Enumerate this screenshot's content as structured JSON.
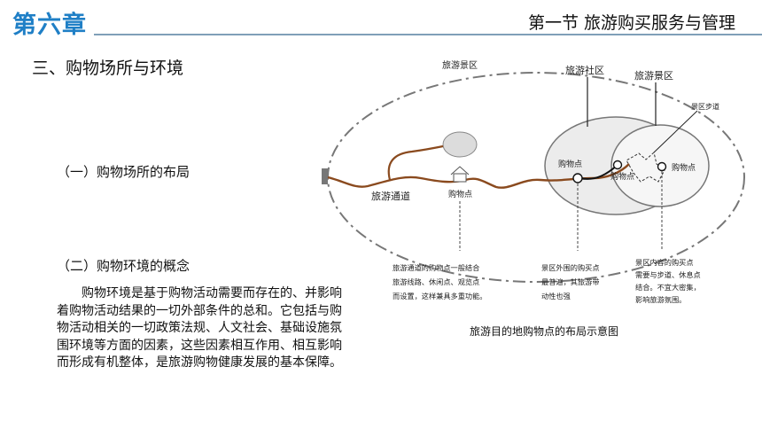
{
  "header": {
    "chapter": "第六章",
    "section": "第一节 旅游购买服务与管理"
  },
  "content": {
    "heading": "三、购物场所与环境",
    "sub1": "（一）购物场所的布局",
    "sub2": "（二）购物环境的概念",
    "paragraph": "购物环境是基于购物活动需要而存在的、并影响着购物活动结果的一切外部条件的总和。它包括与购物活动相关的一切政策法规、人文社会、基础设施氛围环境等方面的因素，这些因素相互作用、相互影响而形成有机整体，是旅游购物健康发展的基本保障。"
  },
  "diagram": {
    "label_scenic_small": "旅游景区",
    "label_community": "旅游社区",
    "label_scenic": "旅游景区",
    "label_path": "景区步道",
    "label_channel": "旅游通道",
    "label_shop_channel": "购物点",
    "label_shop_community": "购物点",
    "label_shop_inner_a": "购物点",
    "label_shop_inner_b": "购物点",
    "note1": [
      "旅游通道的购物点一般结合",
      "旅游线路、休闲点、观览点",
      "而设置，这样兼具多重功能。"
    ],
    "note2": [
      "景区外围的购买点",
      "最普遍，其旅游带",
      "动性也强"
    ],
    "note3": [
      "景区内容的购买点",
      "需要与步道、休息点",
      "结合。不宜大密集，",
      "影响旅游氛围。"
    ],
    "caption": "旅游目的地购物点的布局示意图"
  }
}
